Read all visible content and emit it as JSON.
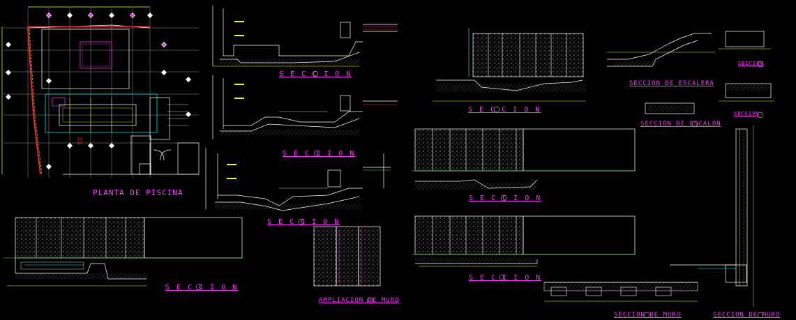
{
  "labels": {
    "plan_title": "PLANTA DE PISCINA",
    "section_a": "S E C C I O N",
    "section_b": "S E C C I O N",
    "section_c": "S E C C I O N",
    "section_d": "S E C C I O N",
    "section_e": "S E C C I O N",
    "section_f": "S E C C I O N",
    "section_g": "S E C C I O N",
    "escalera": "SECCION DE ESCALERA",
    "escalon": "SECCION DE ESCALON",
    "seccion_small_1": "SECCION",
    "seccion_small_2": "SECCION",
    "ampliacion_muro": "AMPLIACION DE MURO",
    "seccion_muro_1": "SECCION DE MURO",
    "seccion_muro_2": "SECCION DE MURO"
  },
  "colors": {
    "background": "#000000",
    "title_text": "#ff33ff",
    "primary_line": "#ffffff",
    "accent_yellow": "#ffff00",
    "accent_cyan": "#00ffff",
    "accent_green": "#33ff33",
    "accent_red": "#ff2020",
    "accent_magenta": "#ff33ff"
  }
}
